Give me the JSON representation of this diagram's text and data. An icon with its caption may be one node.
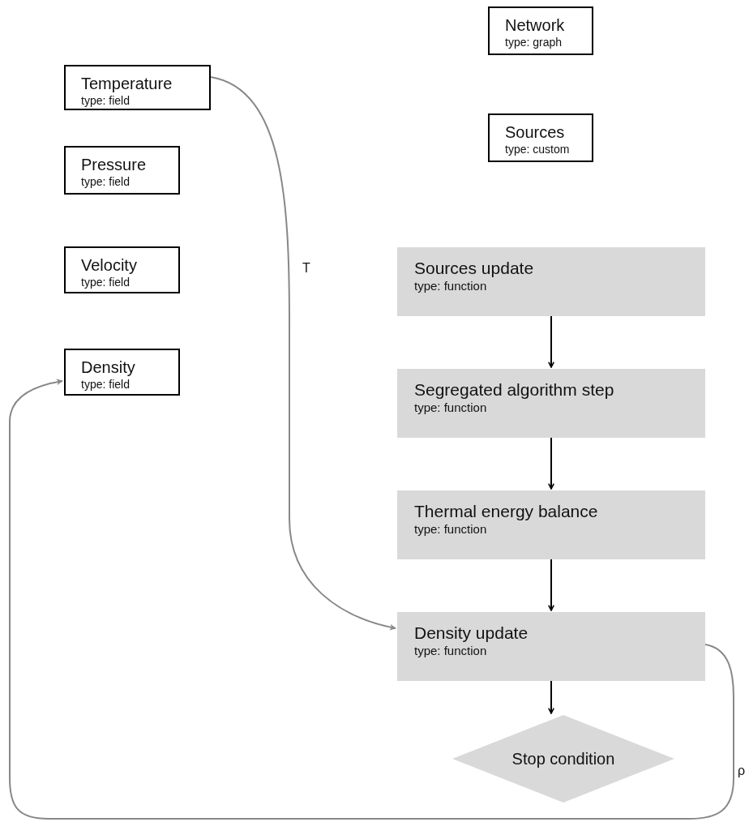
{
  "diagram": {
    "nodes": [
      {
        "text": [
          "Temperature",
          "type: field"
        ]
      },
      {
        "text": [
          "Pressure",
          "type: field"
        ]
      },
      {
        "text": [
          "Velocity",
          "type: field"
        ]
      },
      {
        "text": [
          "Density",
          "type: field"
        ]
      },
      {
        "text": [
          "Network",
          "type: graph"
        ]
      },
      {
        "text": [
          "Sources",
          "type: custom"
        ]
      },
      {
        "text": [
          "Sources update",
          "type: function"
        ]
      },
      {
        "text": [
          "Segregated algorithm step",
          "type: function"
        ]
      },
      {
        "text": [
          "Thermal energy balance",
          "type: function"
        ]
      },
      {
        "text": [
          "Density update",
          "type: function"
        ]
      },
      {
        "text": [
          "Stop condition"
        ]
      }
    ],
    "edges": [
      {
        "from": 0,
        "to": 9,
        "arrow": "to",
        "label": "T",
        "color": "#888888"
      },
      {
        "from": 9,
        "to": 3,
        "arrow": "to",
        "label": "ρ",
        "color": "#888888"
      },
      {
        "from": 6,
        "to": 7,
        "arrow": "to"
      },
      {
        "from": 7,
        "to": 8,
        "arrow": "to"
      },
      {
        "from": 8,
        "to": 9,
        "arrow": "to"
      },
      {
        "from": 9,
        "to": 10,
        "arrow": "to"
      }
    ]
  }
}
